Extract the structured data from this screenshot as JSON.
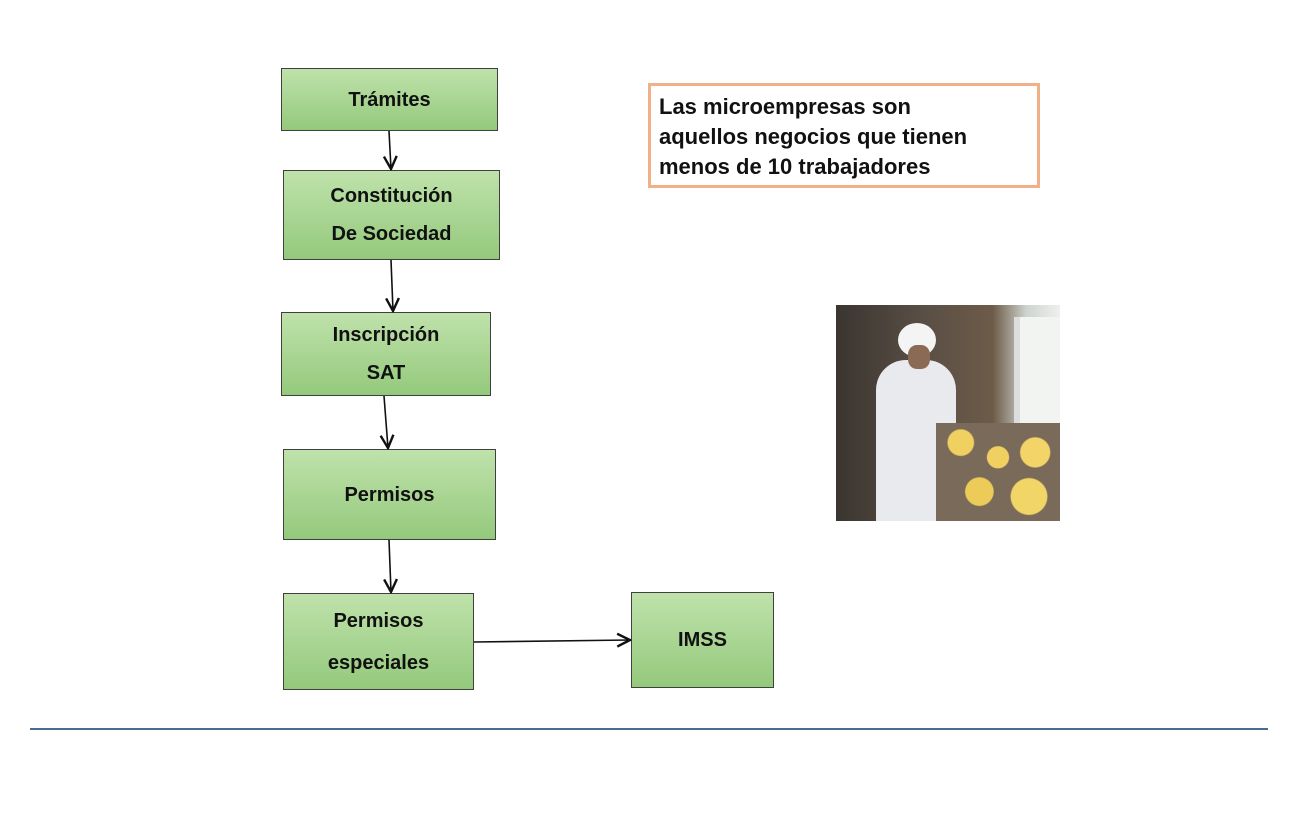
{
  "flow": {
    "tramites": [
      "Trámites"
    ],
    "constitucion": [
      "Constitución",
      "De Sociedad"
    ],
    "inscripcion": [
      "Inscripción",
      "SAT"
    ],
    "permisos": [
      "Permisos"
    ],
    "permisos_especiales": [
      "Permisos",
      "especiales"
    ],
    "imss": [
      "IMSS"
    ]
  },
  "note": {
    "lines": [
      "Las microempresas  son",
      "aquellos negocios que tienen",
      "menos de 10 trabajadores"
    ]
  },
  "colors": {
    "box_fill": "#a9d593",
    "note_border": "#f0b088",
    "rule": "#4a6b94"
  }
}
